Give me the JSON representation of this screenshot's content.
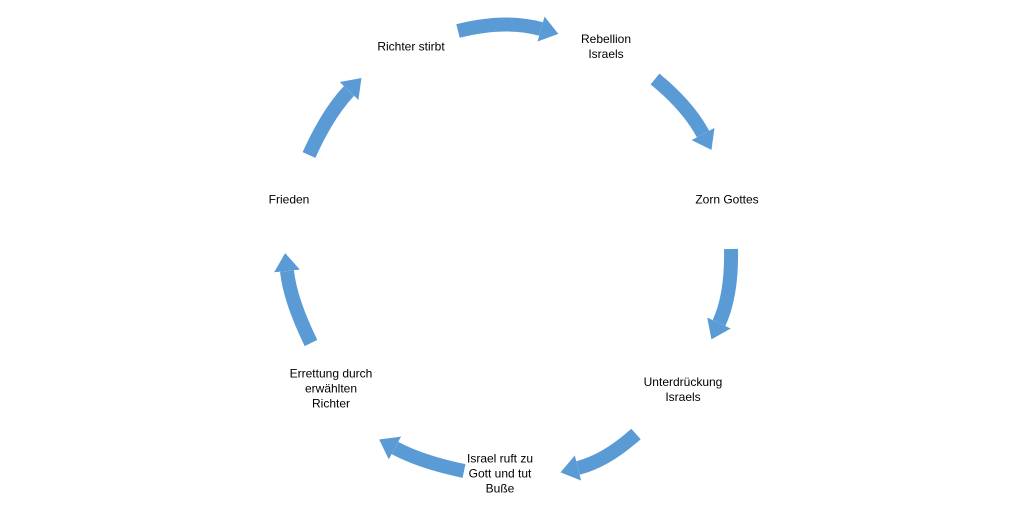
{
  "accent_color": "#5b9bd5",
  "nodes": [
    {
      "label": "Rebellion\nIsraels"
    },
    {
      "label": "Zorn Gottes"
    },
    {
      "label": "Unterdrückung\nIsraels"
    },
    {
      "label": "Israel ruft zu\nGott und tut\nBuße"
    },
    {
      "label": "Errettung durch\nerwählten\nRichter"
    },
    {
      "label": "Frieden"
    },
    {
      "label": "Richter stirbt"
    }
  ]
}
